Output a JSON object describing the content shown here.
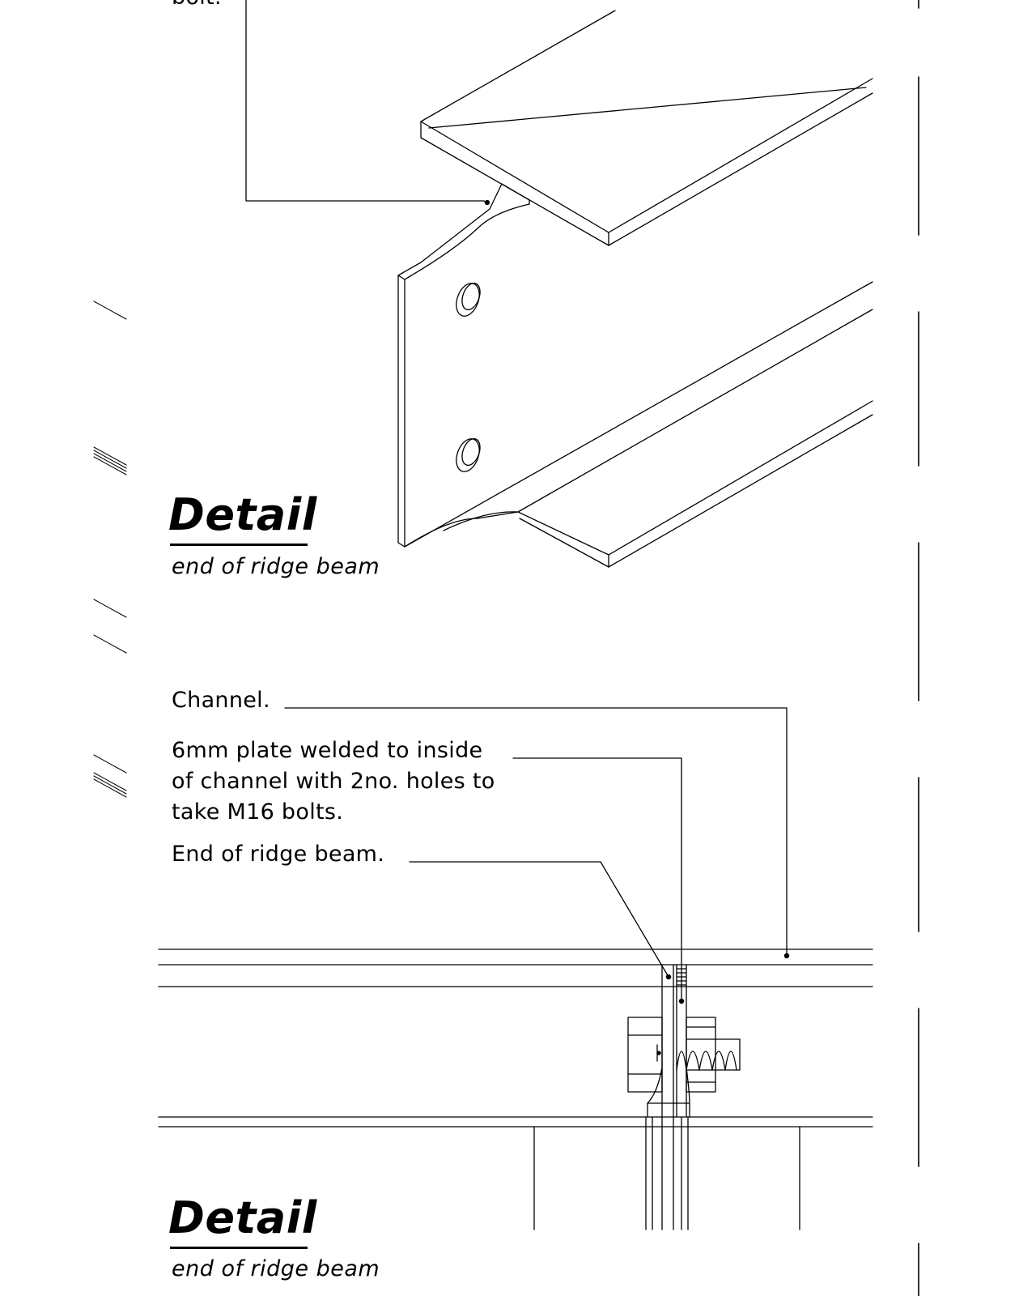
{
  "top_partial_text": "bolt.",
  "detail_top": {
    "title": "Detail",
    "subtitle": "end of ridge beam"
  },
  "annotations": {
    "channel": "Channel.",
    "plate": [
      "6mm plate welded to inside",
      "of channel with 2no. holes to",
      "take M16 bolts."
    ],
    "ridge_end": "End of ridge beam."
  },
  "detail_bottom": {
    "title": "Detail",
    "subtitle": "end of ridge beam"
  }
}
